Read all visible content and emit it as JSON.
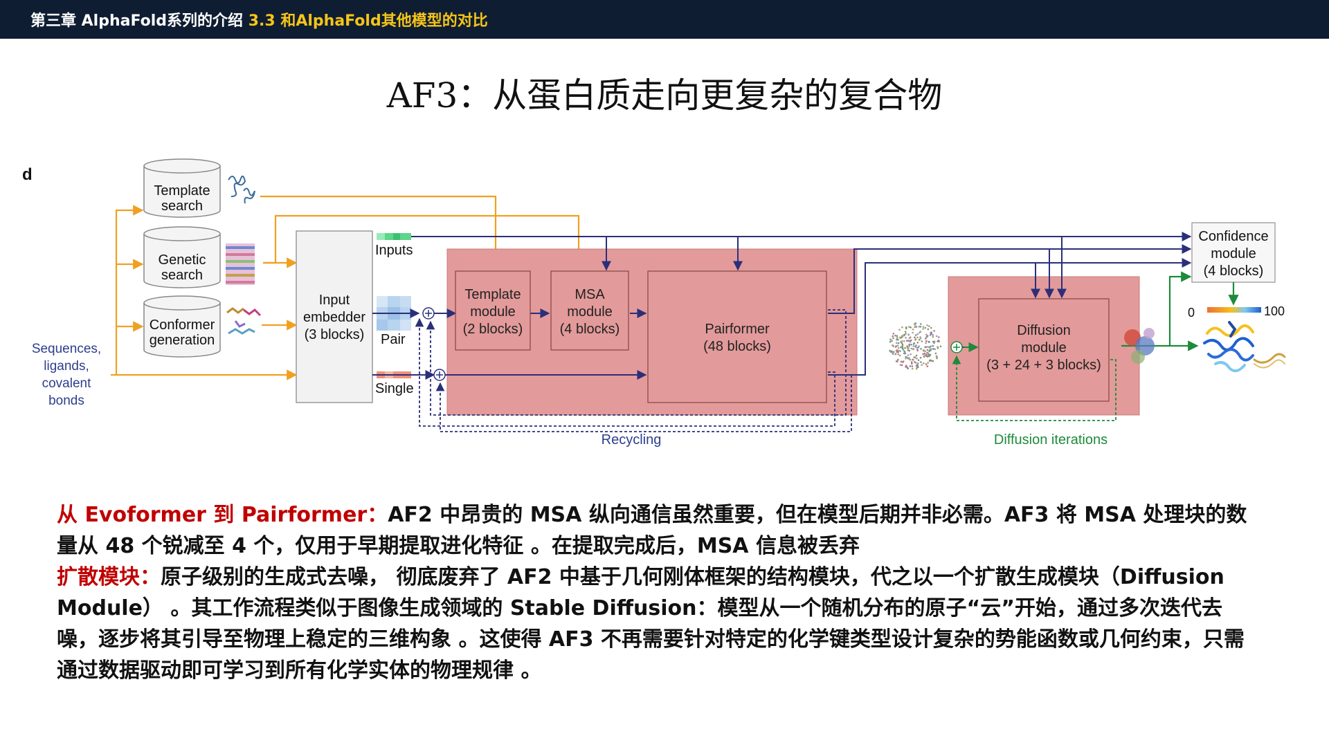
{
  "header": {
    "chapter": "第三章 AlphaFold系列的介绍",
    "section": "3.3 和AlphaFold其他模型的对比"
  },
  "title": "AF3：从蛋白质走向更复杂的复合物",
  "diagram": {
    "panel_letter": "d",
    "inputs_label": "Sequences,\nligands,\ncovalent\nbonds",
    "databases": {
      "template": "Template\nsearch",
      "genetic": "Genetic\nsearch",
      "conformer": "Conformer\ngeneration"
    },
    "input_embedder": "Input\nembedder\n(3 blocks)",
    "streams": {
      "inputs": "Inputs",
      "pair": "Pair",
      "single": "Single"
    },
    "modules": {
      "template": "Template\nmodule\n(2 blocks)",
      "msa": "MSA\nmodule\n(4 blocks)",
      "pairformer": "Pairformer\n(48 blocks)",
      "diffusion": "Diffusion\nmodule\n(3 + 24 + 3 blocks)",
      "confidence": "Confidence\nmodule\n(4 blocks)"
    },
    "scale": {
      "min": "0",
      "max": "100"
    },
    "loops": {
      "recycling": "Recycling",
      "diffusion": "Diffusion iterations"
    },
    "colors": {
      "orange_arrow": "#f0a020",
      "navy_arrow": "#2a2f7a",
      "green_arrow": "#1e8a3a",
      "trunk_fill": "#e39a9a",
      "trunk_stroke": "#c97a7a",
      "inputs_label_color": "#2c3e8c"
    }
  },
  "description": {
    "p1_label": "从 Evoformer 到 Pairformer：",
    "p1_text": "AF2 中昂贵的 MSA 纵向通信虽然重要，但在模型后期并非必需。AF3 将 MSA 处理块的数量从 48 个锐减至 4 个，仅用于早期提取进化特征 。在提取完成后，MSA 信息被丢弃",
    "p2_label": "扩散模块：",
    "p2_text": "原子级别的生成式去噪， 彻底废弃了 AF2 中基于几何刚体框架的结构模块，代之以一个扩散生成模块（Diffusion Module） 。其工作流程类似于图像生成领域的 Stable Diffusion：模型从一个随机分布的原子“云”开始，通过多次迭代去噪，逐步将其引导至物理上稳定的三维构象 。这使得 AF3 不再需要针对特定的化学键类型设计复杂的势能函数或几何约束，只需通过数据驱动即可学习到所有化学实体的物理规律 。"
  }
}
